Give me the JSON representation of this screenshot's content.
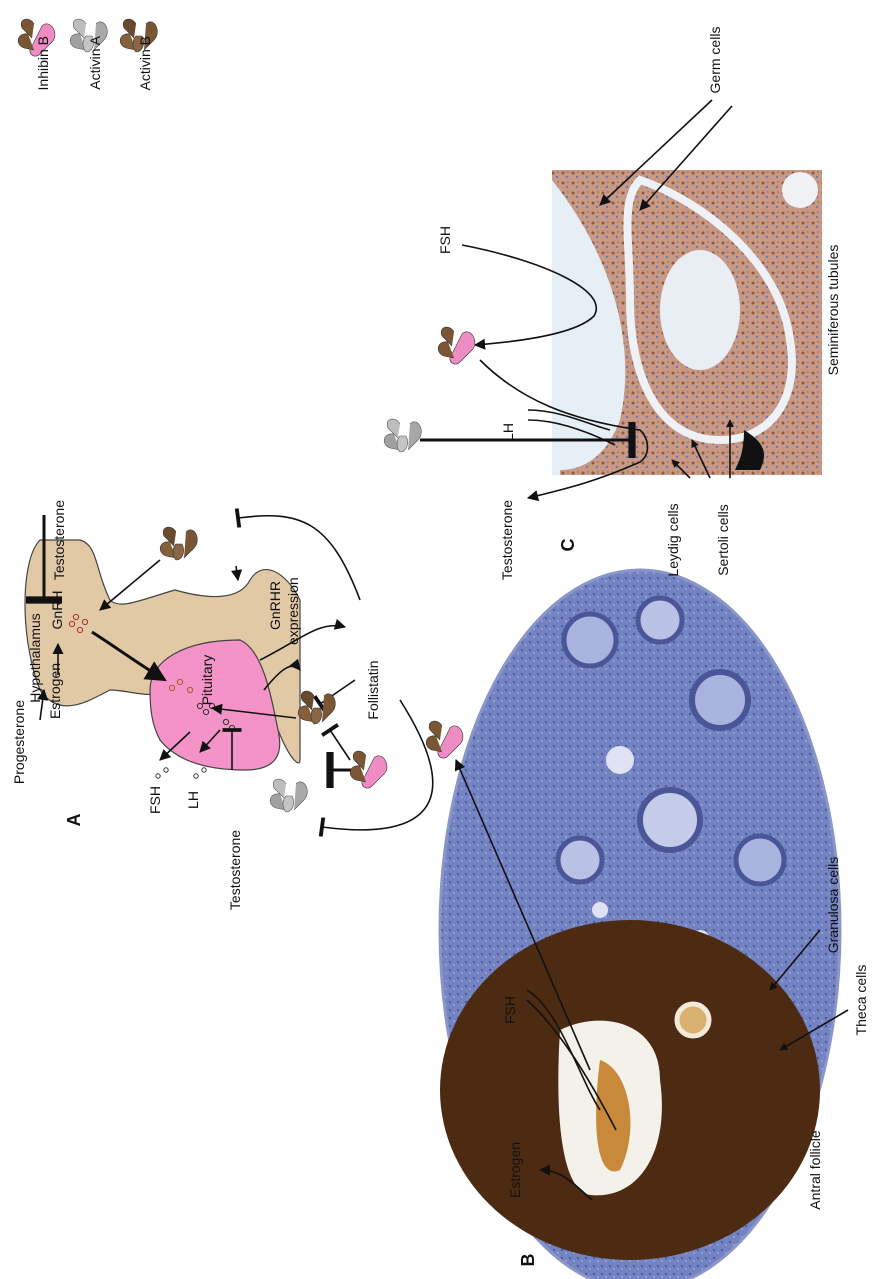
{
  "legend": {
    "items": [
      {
        "label": "Inhibin B",
        "icon": "inhibin-b-icon"
      },
      {
        "label": "Activin A",
        "icon": "activin-a-icon"
      },
      {
        "label": "Activin B",
        "icon": "activin-b-icon"
      }
    ]
  },
  "panel_a": {
    "letter": "A",
    "labels": {
      "progesterone": "Progesterone",
      "estrogen": "Estrogen",
      "hypothalamus": "Hypothalamus",
      "gnrh": "GnRH",
      "testosterone_top": "Testosterone",
      "pituitary": "Pituitary",
      "gnrhr_line1": "GnRHR",
      "gnrhr_line2": "expression",
      "follistatin": "Follistatin",
      "fsh": "FSH",
      "lh": "LH",
      "testosterone_bottom": "Testosterone"
    }
  },
  "panel_b": {
    "letter": "B",
    "labels": {
      "estrogen": "Estrogen",
      "fsh": "FSH",
      "antral_follicle": "Antral follicle",
      "granulosa_cells": "Granulosa cells",
      "theca_cells": "Theca cells"
    }
  },
  "panel_c": {
    "letter": "C",
    "labels": {
      "germ_cells": "Germ cells",
      "fsh": "FSH",
      "lh": "LH",
      "testosterone": "Testosterone",
      "leydig_cells": "Leydig cells",
      "sertoli_cells": "Sertoli cells",
      "seminiferous_tubules": "Seminiferous tubules"
    }
  },
  "colors": {
    "inhibin_pink": "#f08cc4",
    "activin_a_gray": "#a8a8a8",
    "activin_b_brown": "#7a5634",
    "hypothalamus_tan": "#e2c9a6",
    "pituitary_pink": "#f493c8",
    "ovary_stain_blue": "#6f7fbd",
    "follicle_brown": "#4d2a12",
    "testis_stain": "#c28e78"
  }
}
